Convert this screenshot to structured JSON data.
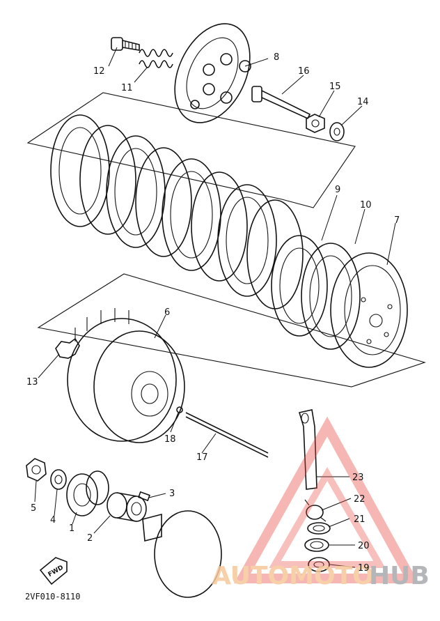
{
  "diagram_code": "2VF010-8110",
  "fwd_label": "FWD",
  "watermark": {
    "auto": "AUTOMOTO",
    "hub": "HUB"
  },
  "callouts": [
    {
      "id": "c1",
      "text": "1"
    },
    {
      "id": "c2",
      "text": "2"
    },
    {
      "id": "c3",
      "text": "3"
    },
    {
      "id": "c4",
      "text": "4"
    },
    {
      "id": "c5",
      "text": "5"
    },
    {
      "id": "c6",
      "text": "6"
    },
    {
      "id": "c7",
      "text": "7"
    },
    {
      "id": "c8",
      "text": "8"
    },
    {
      "id": "c9",
      "text": "9"
    },
    {
      "id": "c10",
      "text": "10"
    },
    {
      "id": "c11",
      "text": "11"
    },
    {
      "id": "c12",
      "text": "12"
    },
    {
      "id": "c13",
      "text": "13"
    },
    {
      "id": "c14",
      "text": "14"
    },
    {
      "id": "c15",
      "text": "15"
    },
    {
      "id": "c16",
      "text": "16"
    },
    {
      "id": "c17",
      "text": "17"
    },
    {
      "id": "c18",
      "text": "18"
    },
    {
      "id": "c19",
      "text": "19"
    },
    {
      "id": "c20",
      "text": "20"
    },
    {
      "id": "c21",
      "text": "21"
    },
    {
      "id": "c22",
      "text": "22"
    },
    {
      "id": "c23",
      "text": "23"
    }
  ],
  "colors": {
    "line": "#111111",
    "watermark_red": "#e8453c",
    "watermark_orange": "#f6c79a",
    "watermark_gray": "#a9aaad"
  }
}
